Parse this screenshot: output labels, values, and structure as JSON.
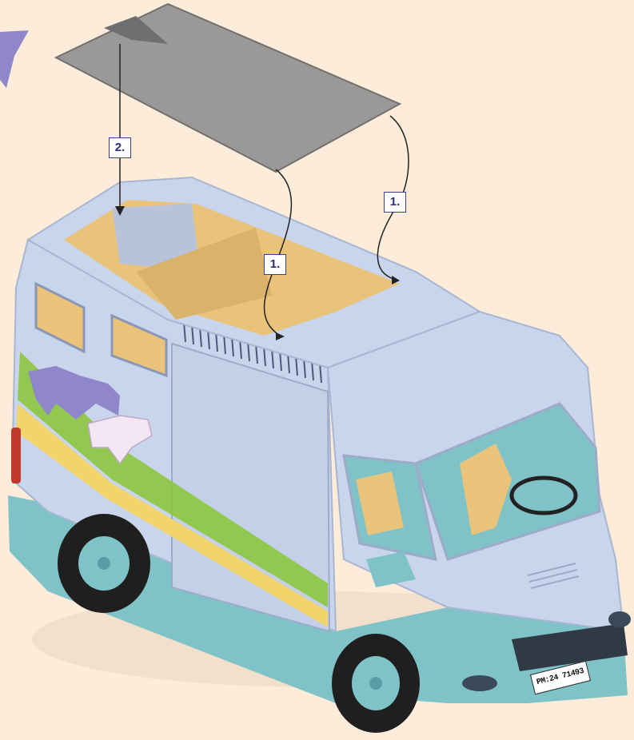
{
  "colors": {
    "background": "#fcecd9",
    "star": "#8f87c9",
    "roof_panel": "#8a8b8c",
    "van_body": "#c9d5ec",
    "chassis": "#7fc3c9",
    "interior": "#e9c37a",
    "label_border": "#3a3f8f",
    "stripe_green": "#8cc63e",
    "stripe_yellow": "#f1d46c"
  },
  "labels": {
    "step_2": "2.",
    "step_1_right": "1.",
    "step_1_center": "1."
  },
  "plate": {
    "text": "PM:24 71493"
  }
}
